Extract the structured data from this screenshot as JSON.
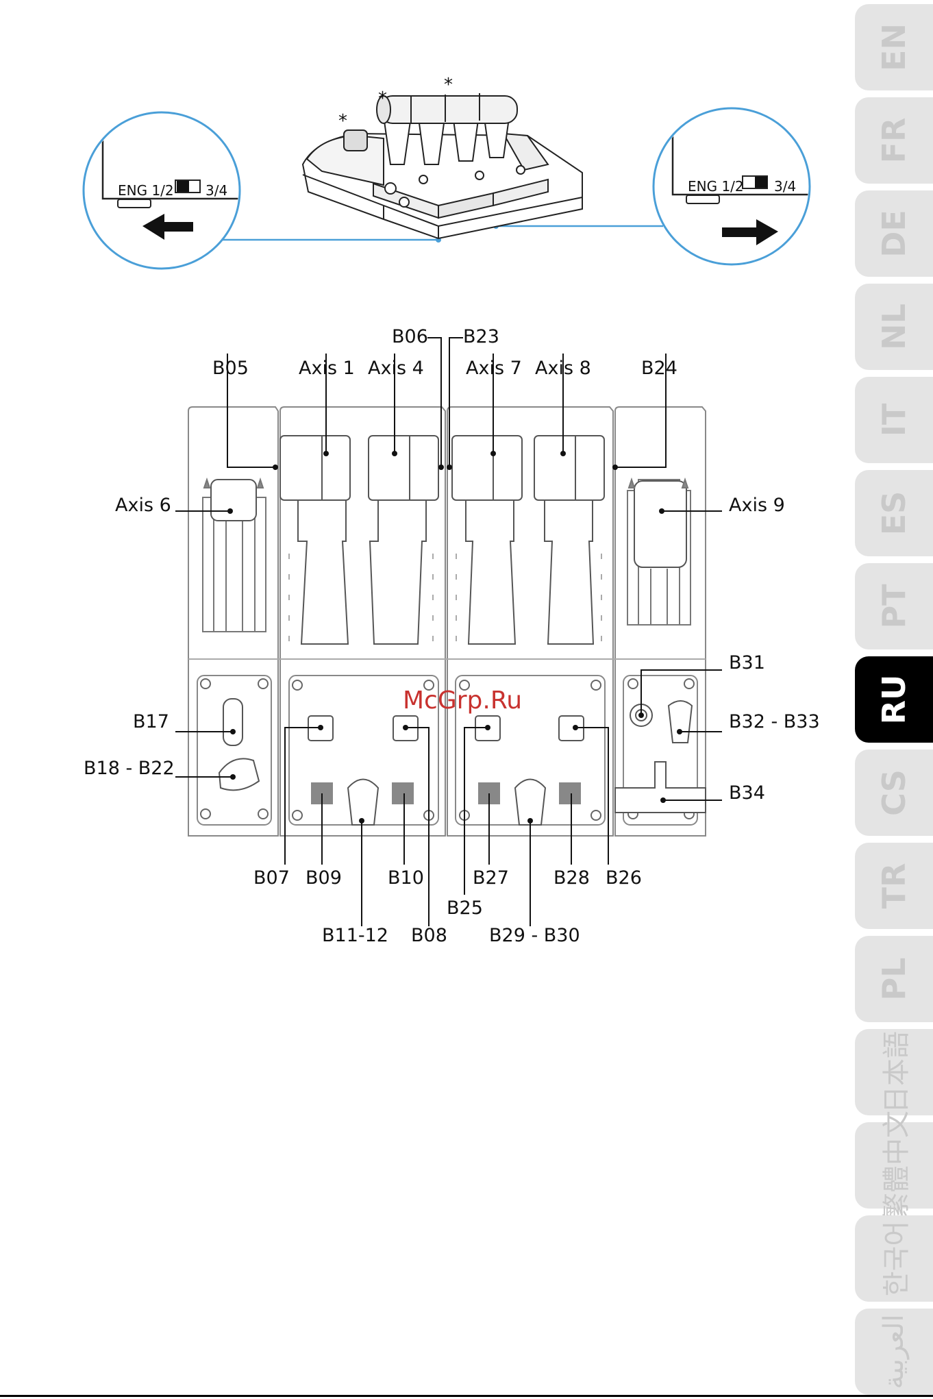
{
  "top_figure": {
    "stars": [
      "*",
      "*",
      "*"
    ],
    "left_inset": {
      "left_label": "ENG 1/2",
      "right_label": "3/4"
    },
    "right_inset": {
      "left_label": "ENG 1/2",
      "right_label": "3/4"
    }
  },
  "callouts": {
    "b06": "B06",
    "b23": "B23",
    "b05": "B05",
    "axis1": "Axis 1",
    "axis4": "Axis 4",
    "axis7": "Axis 7",
    "axis8": "Axis 8",
    "b24": "B24",
    "axis6": "Axis 6",
    "axis9": "Axis 9",
    "b31": "B31",
    "b17": "B17",
    "b32_b33": "B32 - B33",
    "b18_b22": "B18 - B22",
    "b34": "B34",
    "b07": "B07",
    "b09": "B09",
    "b10": "B10",
    "b27": "B27",
    "b28": "B28",
    "b26": "B26",
    "b25": "B25",
    "b11_12": "B11-12",
    "b08": "B08",
    "b29_b30": "B29 - B30"
  },
  "watermark": "McGrp.Ru",
  "language_tabs": [
    "EN",
    "FR",
    "DE",
    "NL",
    "IT",
    "ES",
    "PT",
    "RU",
    "CS",
    "TR",
    "PL",
    "日本語",
    "繁體中文",
    "한국어",
    "العربية"
  ],
  "active_tab": "RU",
  "colors": {
    "accent_blue": "#4a9fd8",
    "active_tab": "#000000",
    "inactive_tab": "#e4e4e4",
    "watermark": "#c8322f"
  }
}
